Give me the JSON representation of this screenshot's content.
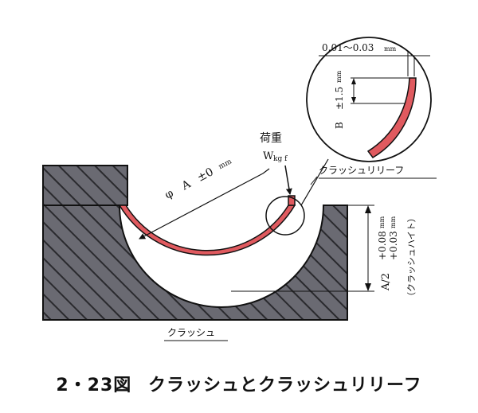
{
  "figure": {
    "colors": {
      "bearing": "#e05a5f",
      "housing": "#6a6a72",
      "hatch": "#2a2a2e",
      "ink": "#111111"
    },
    "detail": {
      "clearance_label": "0.01～0.03",
      "clearance_unit": "mm",
      "b_letter": "B",
      "b_tolerance": "±1.5",
      "b_unit": "mm"
    },
    "load": {
      "label": "荷重",
      "w": "W",
      "w_unit": "kg f"
    },
    "relief_label": "クラッシュリリーフ",
    "diameter": {
      "phi": "φ",
      "a": "A",
      "tol": "±0",
      "unit": "mm"
    },
    "height": {
      "a_over_2": "A/2",
      "tol_upper": "+0.08",
      "tol_lower": "+0.03",
      "unit": "mm",
      "label": "（クラッシュハイト）"
    },
    "crush_label": "クラッシュ"
  },
  "caption": {
    "number": "2・23図",
    "title": "クラッシュとクラッシュリリーフ"
  }
}
